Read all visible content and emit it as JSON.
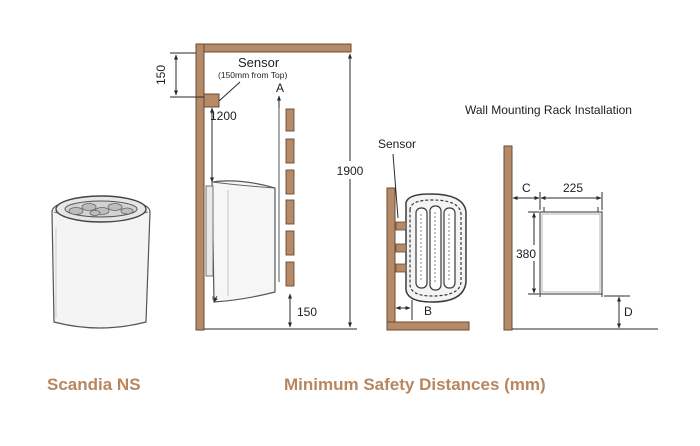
{
  "captions": {
    "product": "Scandia NS",
    "title": "Minimum Safety Distances (mm)"
  },
  "labels": {
    "sensor_main": "Sensor",
    "sensor_note": "(150mm from Top)",
    "sensor_side": "Sensor",
    "rack_heading": "Wall Mounting Rack Installation"
  },
  "dimensions": {
    "ceiling_to_sensor": "150",
    "sensor_to_heater": "1200",
    "clearance_a": "A",
    "wall_height": "1900",
    "floor_clearance": "150",
    "clearance_b": "B",
    "clearance_c": "C",
    "rack_width": "225",
    "rack_height": "380",
    "clearance_d": "D"
  },
  "colors": {
    "wall": "#b58a68",
    "wall_stroke": "#6b4a32",
    "heading": "#b8865f",
    "line": "#2a2a2a"
  }
}
